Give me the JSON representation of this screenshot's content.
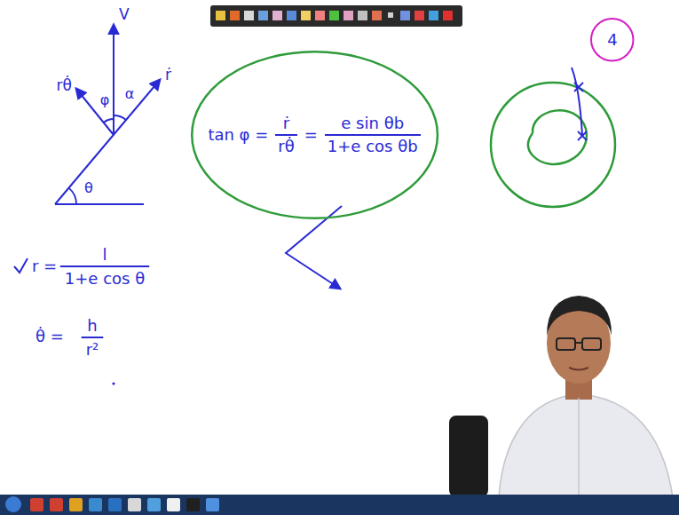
{
  "diagram": {
    "nodes": [
      {
        "text": [
          "tan φ =",
          "ṙ",
          "rθ̇",
          "=",
          "e sin θb",
          "1+e cos θb"
        ]
      },
      {
        "text": [
          "4"
        ]
      }
    ],
    "labels": [
      "V",
      "rθ̇",
      "φ",
      "α",
      "ṙ",
      "θ",
      "r =",
      "l",
      "1+e cos θ",
      "θ̇ =",
      "h",
      "r²"
    ]
  }
}
